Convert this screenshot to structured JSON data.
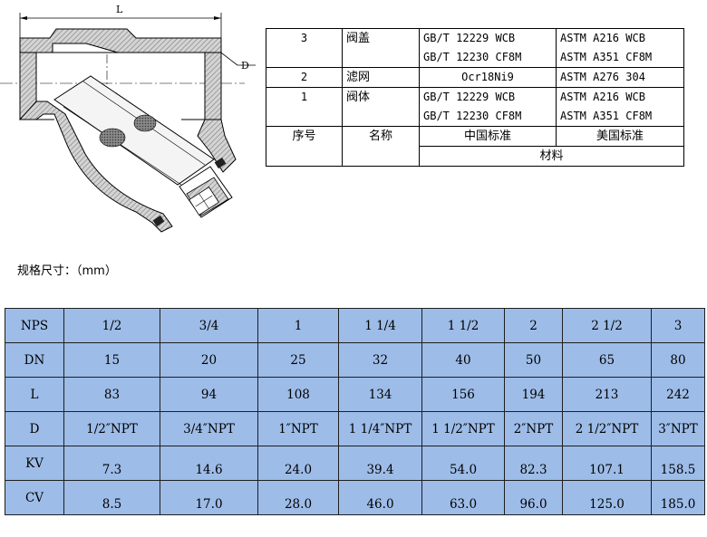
{
  "drawing": {
    "dim_L": "L",
    "dim_D": "D"
  },
  "materials": {
    "rows": [
      {
        "no": "3",
        "name": "阀盖",
        "cn": [
          "GB/T 12229 WCB",
          "GB/T 12230 CF8M"
        ],
        "us": [
          "ASTM A216 WCB",
          "ASTM A351 CF8M"
        ]
      },
      {
        "no": "2",
        "name": "滤网",
        "cn": [
          "Ocr18Ni9"
        ],
        "us": [
          "ASTM A276 304"
        ]
      },
      {
        "no": "1",
        "name": "阀体",
        "cn": [
          "GB/T 12229 WCB",
          "GB/T 12230 CF8M"
        ],
        "us": [
          "ASTM A216 WCB",
          "ASTM A351 CF8M"
        ]
      }
    ],
    "header": {
      "no": "序号",
      "name": "名称",
      "cn": "中国标准",
      "us": "美国标准"
    },
    "material_label": "材料"
  },
  "caption": "规格尺寸：（mm）",
  "dimensions": {
    "rows": [
      {
        "label": "NPS",
        "values": [
          "1/2",
          "3/4",
          "1",
          "1 1/4",
          "1 1/2",
          "2",
          "2 1/2",
          "3"
        ]
      },
      {
        "label": "DN",
        "values": [
          "15",
          "20",
          "25",
          "32",
          "40",
          "50",
          "65",
          "80"
        ]
      },
      {
        "label": "L",
        "values": [
          "83",
          "94",
          "108",
          "134",
          "156",
          "194",
          "213",
          "242"
        ]
      },
      {
        "label": "D",
        "values": [
          "1/2″NPT",
          "3/4″NPT",
          "1″NPT",
          "1 1/4″NPT",
          "1 1/2″NPT",
          "2″NPT",
          "2 1/2″NPT",
          "3″NPT"
        ]
      },
      {
        "label": "KV",
        "values": [
          "7.3",
          "14.6",
          "24.0",
          "39.4",
          "54.0",
          "82.3",
          "107.1",
          "158.5"
        ]
      },
      {
        "label": "CV",
        "values": [
          "8.5",
          "17.0",
          "28.0",
          "46.0",
          "63.0",
          "96.0",
          "125.0",
          "185.0"
        ]
      }
    ],
    "colors": {
      "cell_bg": "#9dbce8",
      "border": "#1f1f1f"
    }
  }
}
